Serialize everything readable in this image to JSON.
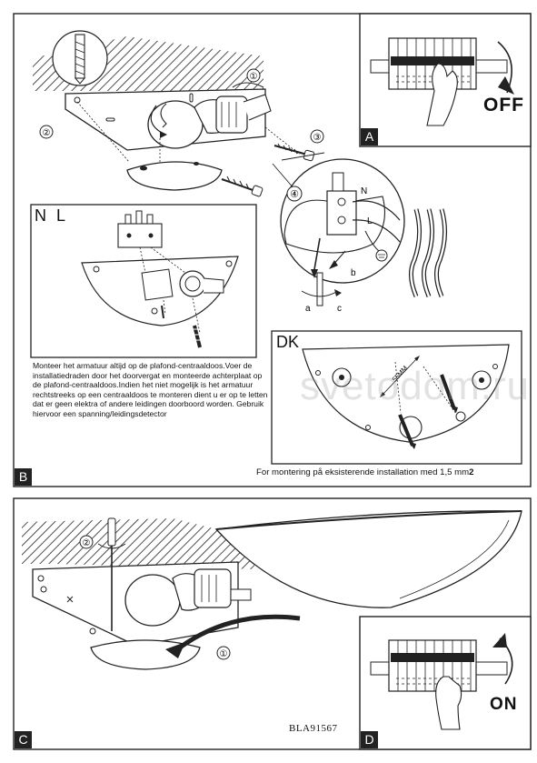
{
  "panels": {
    "a": {
      "label": "A",
      "switch_text": "OFF"
    },
    "b": {
      "label": "B"
    },
    "c": {
      "label": "C"
    },
    "d": {
      "label": "D",
      "switch_text": "ON"
    },
    "nl": {
      "label": "N L"
    },
    "dk": {
      "label": "DK"
    }
  },
  "callouts": {
    "c1": "①",
    "c2": "②",
    "c3": "③",
    "c4": "④",
    "c1b": "①",
    "c2b": "②"
  },
  "wire_labels": {
    "n": "N",
    "l": "L",
    "a": "a",
    "b": "b",
    "c": "c"
  },
  "dk_measure": "55MM",
  "nl_instructions": "Monteer het armatuur altijd op de plafond-centraaldoos.Voer de installatiedraden door het doorvergat en monteerde achterplaat op de plafond-centraaldoos.Indien het niet mogelijk is het armatuur rechtstreeks op een centraaldoos te monteren dient u er op te letten dat er geen elektra of andere leidingen doorboord worden. Gebruik hiervoor een spanning/leidingsdetector",
  "footer_text": "For montering på eksisterende installation med 1,5 mm",
  "footer_bold": "2",
  "model_code": "BLA91567",
  "watermark": "svetodom.ru"
}
